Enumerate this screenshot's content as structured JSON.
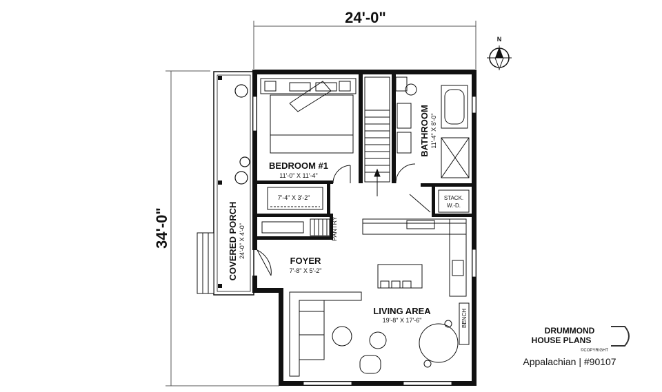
{
  "overall": {
    "width": "24'-0\"",
    "depth": "34'-0\""
  },
  "compass": {
    "north": "N"
  },
  "rooms": {
    "bedroom": {
      "name": "BEDROOM #1",
      "dims": "11'-0\" X 11'-4\""
    },
    "closet": {
      "dims": "7'-4\" X 3'-2\""
    },
    "bathroom": {
      "name": "BATHROOM",
      "dims": "11'-4\" X 8'-0\""
    },
    "laundry": {
      "line1": "STACK.",
      "line2": "W.-D."
    },
    "pantry": {
      "name": "PANTRY"
    },
    "foyer": {
      "name": "FOYER",
      "dims": "7'-8\" X 5'-2\""
    },
    "living": {
      "name": "LIVING AREA",
      "dims": "19'-8\" X 17'-6\""
    },
    "bench": {
      "name": "BENCH"
    },
    "porch": {
      "name": "COVERED PORCH",
      "dims": "24'-0\" X 4'-0\""
    }
  },
  "brand": {
    "line1": "DRUMMOND",
    "line2": "HOUSE PLANS",
    "copyright": "©COPYRIGHT",
    "plan_name": "Appalachian | #90107"
  }
}
